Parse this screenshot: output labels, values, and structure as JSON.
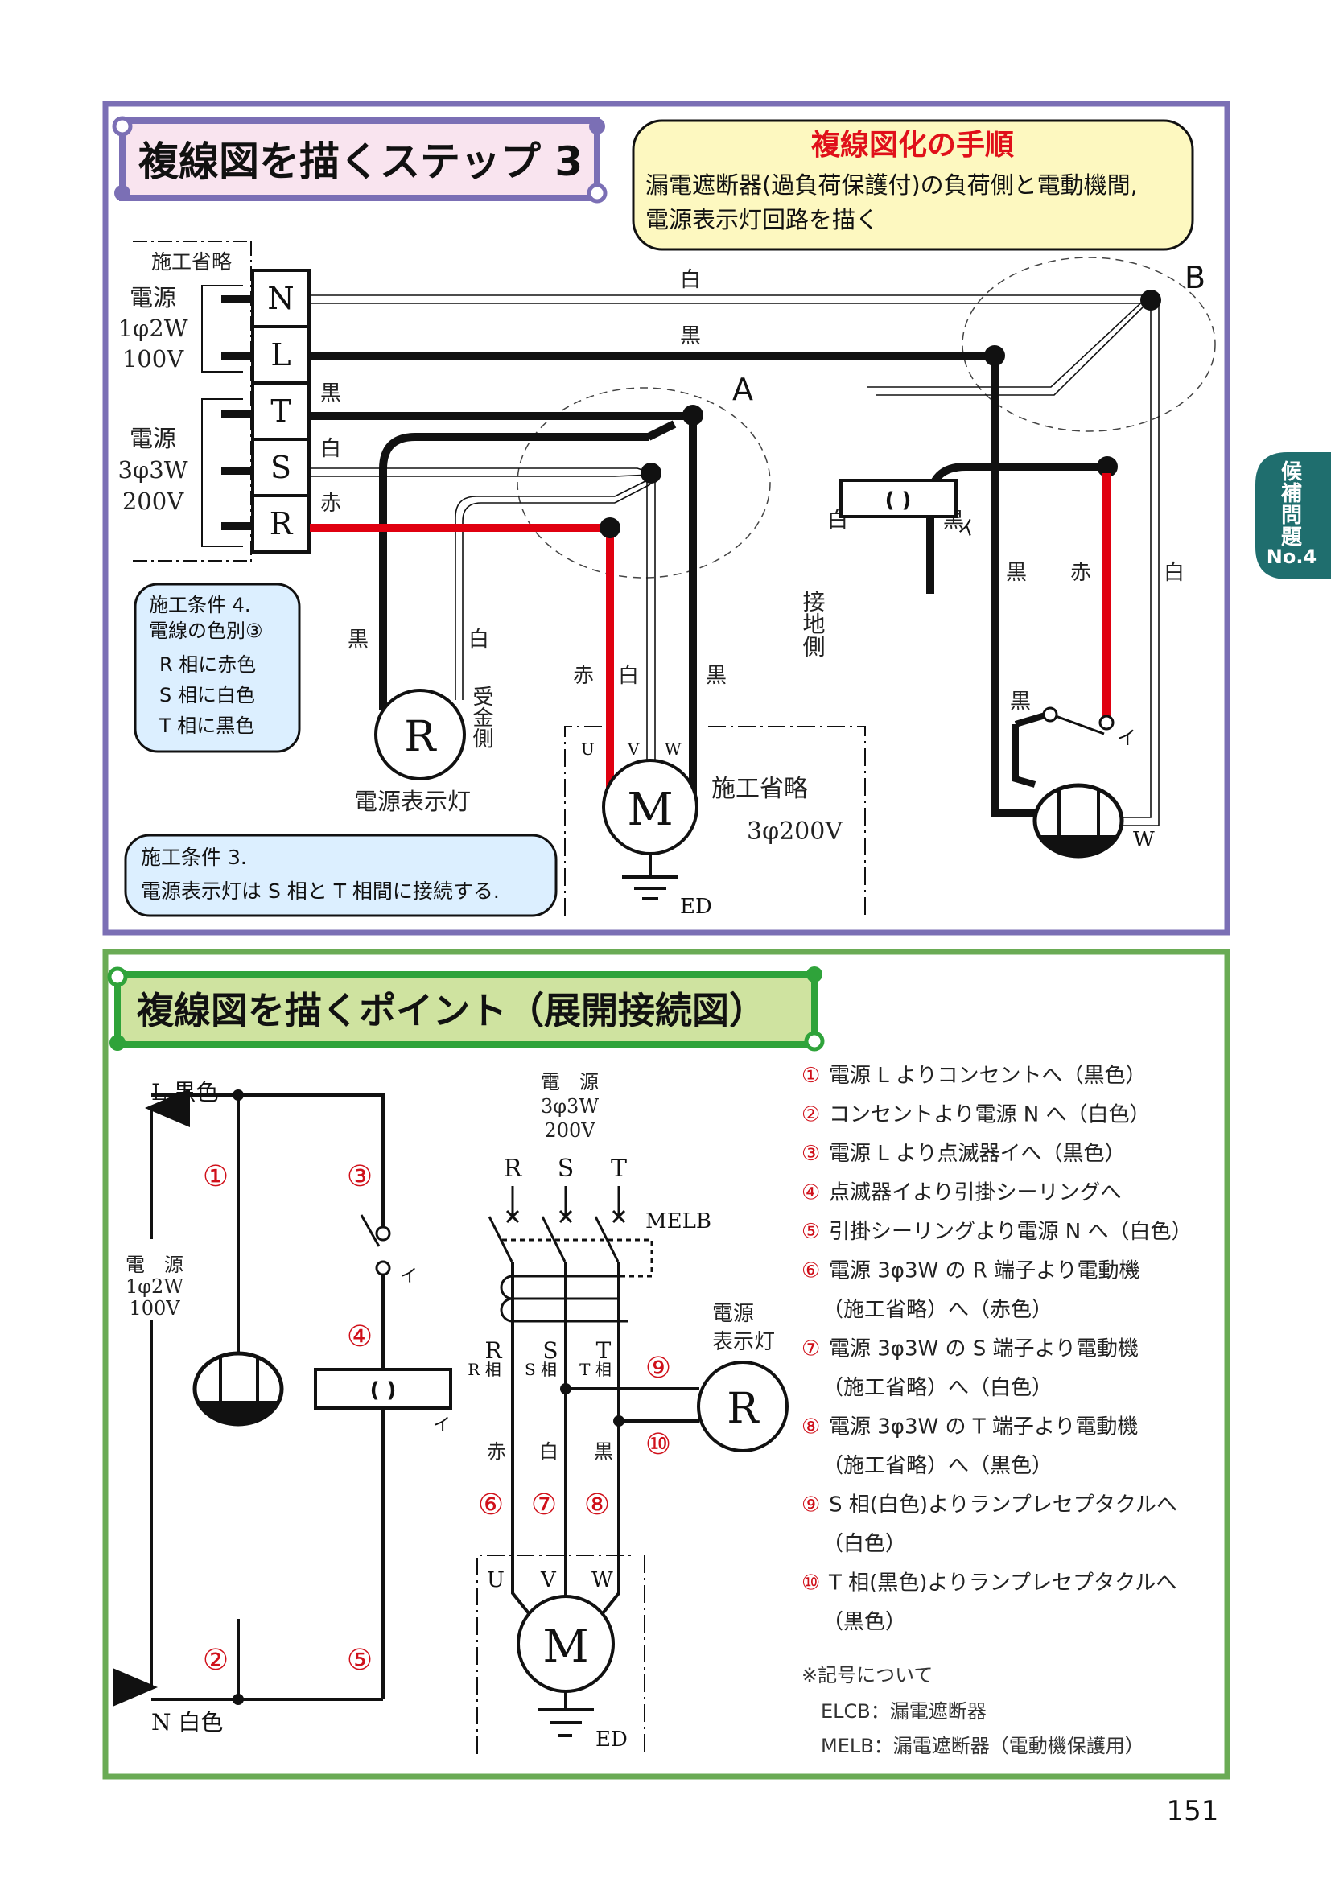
{
  "page_number": "151",
  "side_tab": {
    "label_lines": [
      "候",
      "補",
      "問",
      "題",
      "No.4"
    ],
    "color": "#1f6e6e"
  },
  "colors": {
    "step_frame": "#7b6fb5",
    "step_title_bg": "#f9e4ef",
    "procedure_bg": "#fdf8c0",
    "procedure_title": "#e0101a",
    "note_bg": "#dcefff",
    "point_frame": "#6aab55",
    "point_title_bg": "#cfe3a0",
    "point_title_border": "#2fa33a",
    "wire_red": "#e00010",
    "circle_num": "#d0101a"
  },
  "step": {
    "title": "複線図を描くステップ 3",
    "procedure": {
      "title": "複線図化の手順",
      "lines": [
        "漏電遮断器(過負荷保護付)の負荷側と電動機間,",
        "電源表示灯回路を描く"
      ]
    },
    "source": {
      "omit_label": "施工省略",
      "single_phase": [
        "電源",
        "1φ2W",
        "100V"
      ],
      "three_phase": [
        "電源",
        "3φ3W",
        "200V"
      ],
      "terminals": [
        "N",
        "L",
        "T",
        "S",
        "R"
      ]
    },
    "wire_labels": {
      "n_wire": "白",
      "l_wire": "黒",
      "t_wire": "黒",
      "s_wire": "白",
      "r_wire": "赤",
      "lamp_black": "黒",
      "lamp_white": "白",
      "motor_red": "赤",
      "motor_white": "白",
      "motor_black": "黒",
      "outlet_white": "白",
      "outlet_black": "黒",
      "switch_black": "黒",
      "switch_red": "赤",
      "ceiling_white": "白",
      "switch_black2": "黒"
    },
    "junction_a": "A",
    "junction_b": "B",
    "lamp": {
      "symbol": "R",
      "name": "電源表示灯",
      "side_label": "受金側"
    },
    "motor": {
      "symbol": "M",
      "terminals": [
        "U",
        "V",
        "W"
      ],
      "omit": "施工省略",
      "spec": "3φ200V",
      "earth": "ED"
    },
    "outlet": {
      "symbol": "( )",
      "ground_side": "接地側",
      "label": "イ"
    },
    "switch": {
      "label": "イ"
    },
    "ceiling": {
      "label": "W"
    },
    "note4": {
      "title": "施工条件 4.",
      "subtitle": "電線の色別③",
      "lines": [
        "R 相に赤色",
        "S 相に白色",
        "T 相に黒色"
      ]
    },
    "note3": {
      "title": "施工条件 3.",
      "body": "電源表示灯は S 相と T 相間に接続する."
    }
  },
  "point": {
    "title": "複線図を描くポイント（展開接続図）",
    "left": {
      "l_label": "L 黒色",
      "n_label": "N 白色",
      "source": [
        "電　源",
        "1φ2W",
        "100V"
      ],
      "switch_label": "イ",
      "outlet_label": "イ",
      "outlet_symbol": "( )",
      "nums": [
        "①",
        "②",
        "③",
        "④",
        "⑤"
      ]
    },
    "center": {
      "source": [
        "電　源",
        "3φ3W",
        "200V"
      ],
      "phases": [
        "R",
        "S",
        "T"
      ],
      "breaker": "MELB",
      "phase_labels": [
        "R 相",
        "S 相",
        "T 相"
      ],
      "colors": [
        "赤",
        "白",
        "黒"
      ],
      "nums": [
        "⑥",
        "⑦",
        "⑧",
        "⑨",
        "⑩"
      ],
      "lamp_title": [
        "電源",
        "表示灯"
      ],
      "lamp_symbol": "R",
      "motor_terminals": [
        "U",
        "V",
        "W"
      ],
      "motor_symbol": "M",
      "earth": "ED"
    },
    "steps": [
      {
        "num": "①",
        "lines": [
          "電源 L よりコンセントへ（黒色）"
        ]
      },
      {
        "num": "②",
        "lines": [
          "コンセントより電源 N へ（白色）"
        ]
      },
      {
        "num": "③",
        "lines": [
          "電源 L より点滅器イへ（黒色）"
        ]
      },
      {
        "num": "④",
        "lines": [
          "点滅器イより引掛シーリングへ"
        ]
      },
      {
        "num": "⑤",
        "lines": [
          "引掛シーリングより電源 N へ（白色）"
        ]
      },
      {
        "num": "⑥",
        "lines": [
          "電源 3φ3W の R 端子より電動機",
          "（施工省略）へ（赤色）"
        ]
      },
      {
        "num": "⑦",
        "lines": [
          "電源 3φ3W の S 端子より電動機",
          "（施工省略）へ（白色）"
        ]
      },
      {
        "num": "⑧",
        "lines": [
          "電源 3φ3W の T 端子より電動機",
          "（施工省略）へ（黒色）"
        ]
      },
      {
        "num": "⑨",
        "lines": [
          "S 相(白色)よりランプレセプタクルへ",
          "（白色）"
        ]
      },
      {
        "num": "⑩",
        "lines": [
          "T 相(黒色)よりランプレセプタクルへ",
          "（黒色）"
        ]
      }
    ],
    "symbols_note": {
      "title": "※記号について",
      "lines": [
        "ELCB：漏電遮断器",
        "MELB：漏電遮断器（電動機保護用）"
      ]
    }
  }
}
